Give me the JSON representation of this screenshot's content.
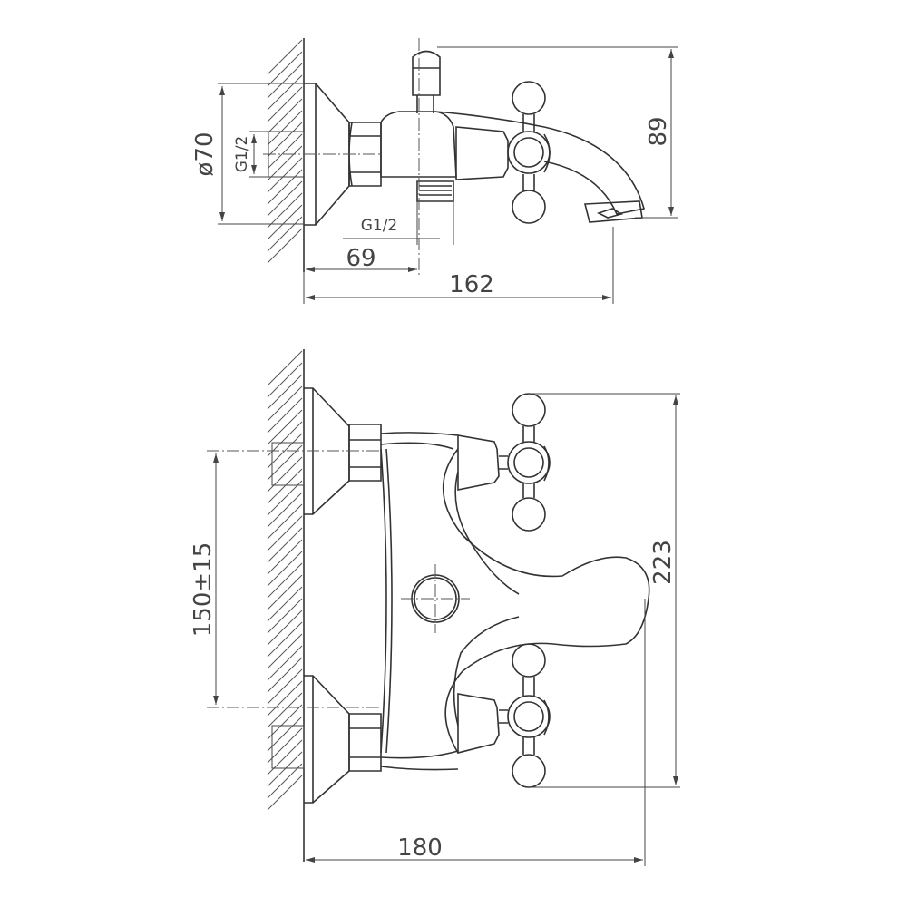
{
  "colors": {
    "line": "#333333",
    "background": "#ffffff"
  },
  "side_view": {
    "labels": {
      "flange_diameter": "ø70",
      "inlet_thread": "G1/2",
      "outlet_thread": "G1/2",
      "diverter_offset": "69",
      "total_depth": "162",
      "height": "89"
    }
  },
  "front_view": {
    "labels": {
      "inlet_spacing": "150±15",
      "total_height": "223",
      "total_depth": "180"
    }
  }
}
